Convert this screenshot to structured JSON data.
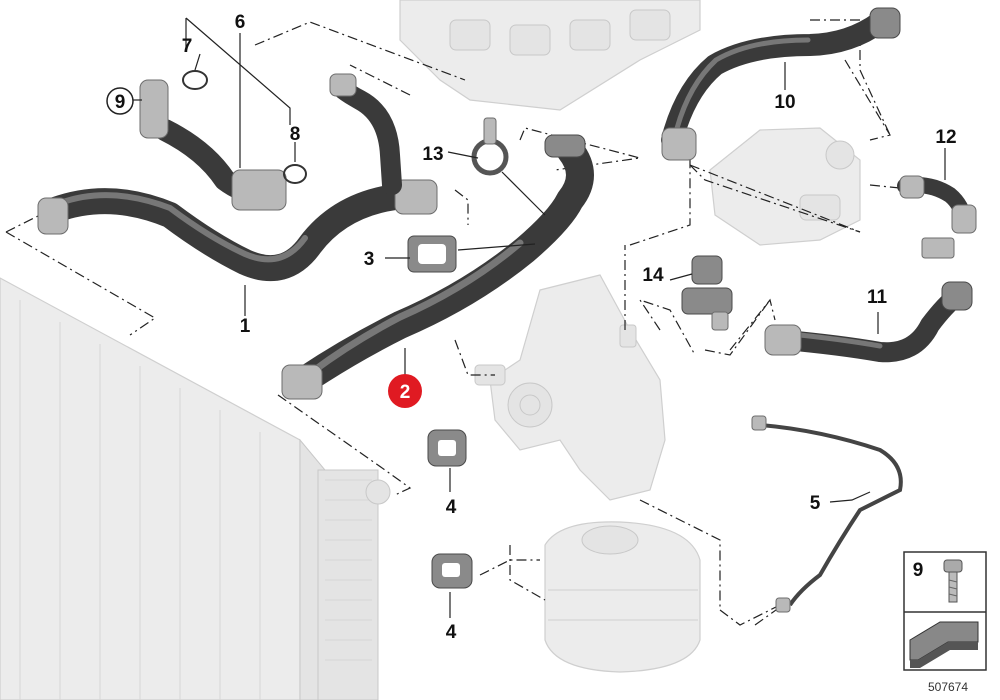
{
  "callouts": {
    "c1": "1",
    "c2": "2",
    "c3": "3",
    "c4a": "4",
    "c4b": "4",
    "c5": "5",
    "c6": "6",
    "c7": "7",
    "c8": "8",
    "c9": "9",
    "c10": "10",
    "c11": "11",
    "c12": "12",
    "c13": "13",
    "c14": "14"
  },
  "legend_box": {
    "label": "9"
  },
  "diagram_ref": "507674",
  "colors": {
    "highlight_badge": "#e01a22",
    "line": "#222222",
    "hose": "#3a3a3a",
    "ghost": "#ececec"
  }
}
